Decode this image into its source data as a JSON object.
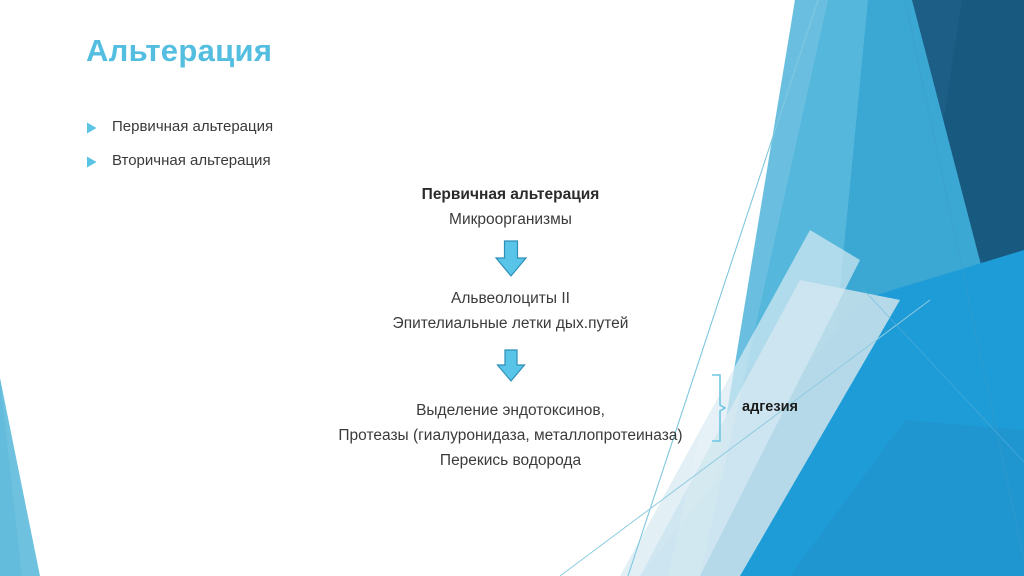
{
  "slide": {
    "title": "Альтерация",
    "background_color": "#ffffff",
    "accent_color": "#54BEE0",
    "decor_colors": {
      "sky": "#5BB8DC",
      "mid_blue": "#3BA7D3",
      "bright_blue": "#1E9CD7",
      "deep_blue": "#1A6E9E",
      "navy": "#1C5E86",
      "pale": "#BFDDEB",
      "very_pale": "#D8EAF3",
      "hairline": "#7FC7DF"
    }
  },
  "bullets": {
    "marker_icon": "triangle-right-icon",
    "marker_color": "#5BC4E4",
    "items": [
      {
        "label": "Первичная альтерация"
      },
      {
        "label": "Вторичная альтерация"
      }
    ]
  },
  "flow": {
    "heading": "Первичная альтерация",
    "source": "Микроорганизмы",
    "arrow_icon": "arrow-down-icon",
    "arrow_fill": "#57C4E8",
    "arrow_stroke": "#2E8FB8",
    "targets": [
      "Альвеолоциты II",
      "Эпителиальные летки дых.путей"
    ],
    "brace_icon": "curly-brace-right-icon",
    "brace_color": "#6FC6E3",
    "brace_label": "адгезия",
    "outputs": [
      "Выделение эндотоксинов,",
      "Протеазы (гиалуронидаза, металлопротеиназа)",
      "Перекись водорода"
    ]
  }
}
